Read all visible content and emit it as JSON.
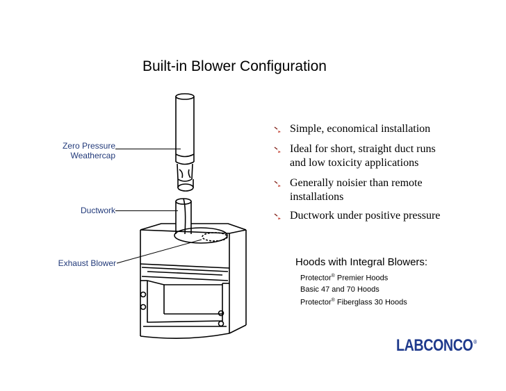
{
  "title": "Built-in Blower Configuration",
  "callouts": {
    "weathercap_line1": "Zero Pressure",
    "weathercap_line2": "Weathercap",
    "ductwork": "Ductwork",
    "exhaust_blower": "Exhaust Blower"
  },
  "bullets": [
    {
      "line1": "Simple, economical installation",
      "line2": ""
    },
    {
      "line1": "Ideal for short, straight duct runs",
      "line2": "and low toxicity applications"
    },
    {
      "line1": "Generally noisier than remote",
      "line2": "installations"
    },
    {
      "line1": "Ductwork under positive pressure",
      "line2": ""
    }
  ],
  "hoods": {
    "heading": "Hoods with Integral Blowers:",
    "items": [
      {
        "name": "Protector",
        "reg": "®",
        "rest": " Premier Hoods"
      },
      {
        "name": "Basic 47 and 70 Hoods",
        "reg": "",
        "rest": ""
      },
      {
        "name": "Protector",
        "reg": "®",
        "rest": " Fiberglass 30 Hoods"
      }
    ]
  },
  "logo": {
    "text": "LABCONCO",
    "reg": "®",
    "color": "#1f3a8c"
  },
  "bullet_icon": "red-arrow-bullet-icon"
}
